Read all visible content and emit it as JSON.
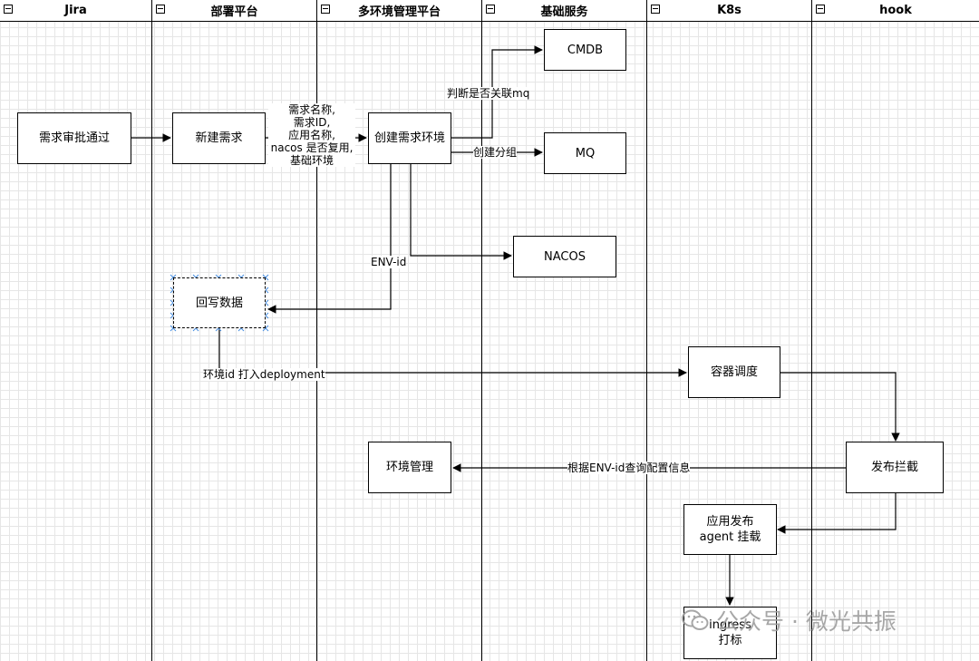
{
  "lanes": [
    {
      "title": "Jira"
    },
    {
      "title": "部署平台"
    },
    {
      "title": "多环境管理平台"
    },
    {
      "title": "基础服务"
    },
    {
      "title": "K8s"
    },
    {
      "title": "hook"
    }
  ],
  "nodes": {
    "jira_approve": "需求审批通过",
    "new_demand": "新建需求",
    "create_env": "创建需求环境",
    "write_back": "回写数据",
    "cmdb": "CMDB",
    "mq": "MQ",
    "nacos": "NACOS",
    "container_schedule": "容器调度",
    "env_manage": "环境管理",
    "publish_intercept": "发布拦截",
    "app_publish": "应用发布\nagent 挂载",
    "ingress_tag": "ingress\n打标"
  },
  "edges": {
    "demand_params": "需求名称,\n需求ID,\n应用名称,\nnacos 是否复用,\n基础环境",
    "check_mq": "判断是否关联mq",
    "create_group": "创建分组",
    "env_id": "ENV-id",
    "inject_deployment": "环境id 打入deployment",
    "query_config": "根据ENV-id查询配置信息"
  },
  "watermark": {
    "text": "公众号 · 微光共振"
  }
}
